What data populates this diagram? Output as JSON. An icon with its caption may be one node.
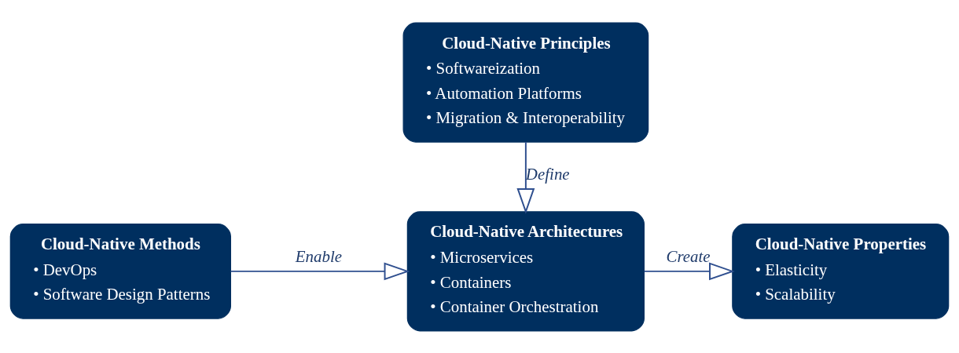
{
  "diagram": {
    "nodes": [
      {
        "text": [
          "Cloud-Native Principles",
          "• Softwareization",
          "• Automation Platforms",
          "• Migration & Interoperability"
        ]
      },
      {
        "text": [
          "Cloud-Native Methods",
          "• DevOps",
          "• Software Design Patterns"
        ]
      },
      {
        "text": [
          "Cloud-Native Architectures",
          "• Microservices",
          "• Containers",
          "• Container Orchestration"
        ]
      },
      {
        "text": [
          "Cloud-Native Properties",
          "• Elasticity",
          "• Scalability"
        ]
      }
    ],
    "edges": [
      {
        "from": 0,
        "to": 2,
        "arrow": "to",
        "label": "Define"
      },
      {
        "from": 1,
        "to": 2,
        "arrow": "to",
        "label": "Enable"
      },
      {
        "from": 2,
        "to": 3,
        "arrow": "to",
        "label": "Create"
      }
    ]
  }
}
